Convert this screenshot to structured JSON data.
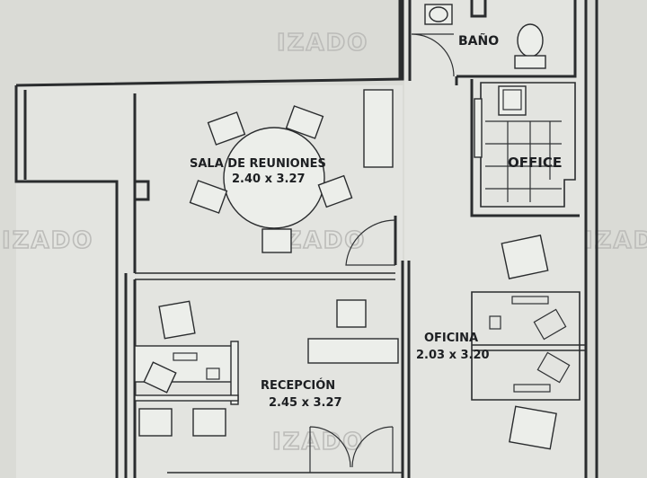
{
  "rooms": {
    "bano": {
      "name": "BAÑO"
    },
    "office": {
      "name": "OFFICE"
    },
    "sala": {
      "name": "SALA DE REUNIONES",
      "dims": "2.40 x 3.27"
    },
    "oficina": {
      "name": "OFICINA",
      "dims": "2.03 x 3.20"
    },
    "recepcion": {
      "name": "RECEPCIÓN",
      "dims": "2.45 x 3.27"
    }
  },
  "watermark": {
    "text": "IZADO"
  },
  "colors": {
    "background": "#dadbd6",
    "lines": "#2a2c2e",
    "watermark": "#bcbcb9"
  }
}
